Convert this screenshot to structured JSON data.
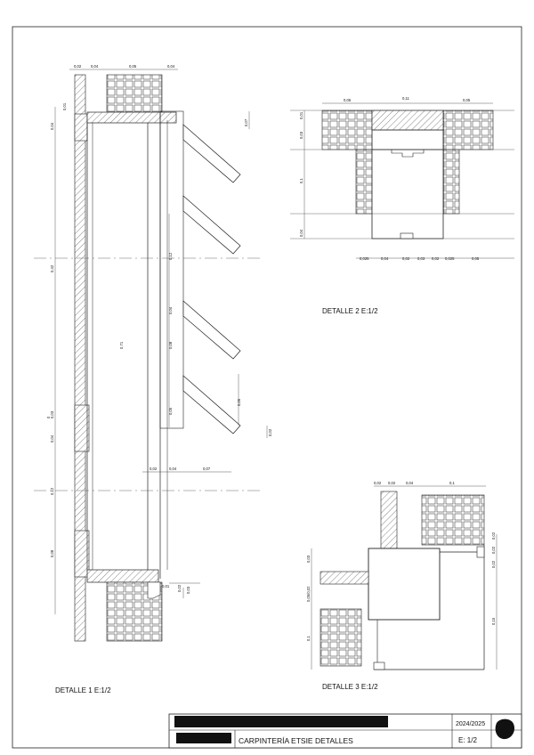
{
  "sheet": {
    "title_block": {
      "project_title": "CARPINTERÍA ETSIE DETALLES",
      "year": "2024/2025",
      "scale": "E: 1/2"
    }
  },
  "details": [
    {
      "id": "detail-1",
      "caption": "DETALLE 1 E:1/2",
      "dimensions": {
        "top": [
          "0,02",
          "0,04",
          "0,05",
          "0,04"
        ],
        "left_top": [
          "0,01",
          "0,04"
        ],
        "left_main": [
          "0,42",
          "0,71",
          "0,12",
          "0,08"
        ],
        "left_mid": [
          "0",
          "0,03",
          "0,04"
        ],
        "louvers": [
          "0,07",
          "0,12",
          "0,04",
          "0,08",
          "0,05",
          "0,06",
          "0,02"
        ],
        "bottom_row": [
          "0,02",
          "0,04",
          "0,07"
        ],
        "sill": [
          "0,01",
          "0,02",
          "0,03"
        ]
      }
    },
    {
      "id": "detail-2",
      "caption": "DETALLE 2 E:1/2",
      "dimensions": {
        "top": [
          "0,06",
          "0,11",
          "0,05"
        ],
        "left": [
          "0,01",
          "0,03",
          "0,1",
          "0,04"
        ],
        "bottom": [
          "0,025",
          "0,04",
          "0,02",
          "0,03",
          "0,02",
          "0,025",
          "0,05"
        ]
      }
    },
    {
      "id": "detail-3",
      "caption": "DETALLE 3 E:1/2",
      "dimensions": {
        "top": [
          "0,02",
          "0,02",
          "0,04",
          "0,1"
        ],
        "left": [
          "0,03",
          "0,05/0,02",
          "0,1"
        ],
        "right": [
          "0,02",
          "0,02",
          "0,02",
          "0,15"
        ]
      }
    }
  ]
}
